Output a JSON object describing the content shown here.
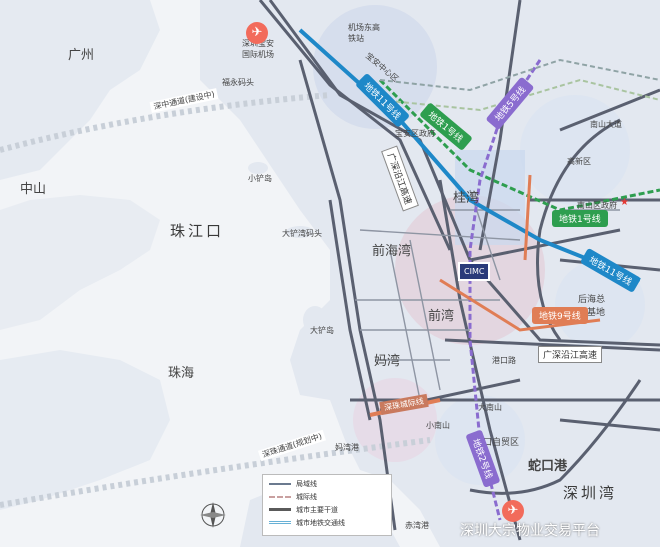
{
  "regions": {
    "guangzhou": "广州",
    "zhongshan": "中山",
    "pearl_mouth": "珠江口",
    "zhuhai": "珠海",
    "shenzhen_bay": "深圳湾",
    "qianhaiwan": "前海湾",
    "guiwan": "桂湾",
    "qianwan": "前湾",
    "mawan": "妈湾",
    "shekou_port": "蛇口港",
    "shekou_ftz": "蛇口自贸区",
    "hightech": "高新区",
    "houhai_hq": "后海总部基地",
    "nanshan_gov": "南山区政府",
    "xiaochan": "小铲岛",
    "dachan": "大铲岛",
    "dachan_wharf": "大铲湾码头",
    "fuyong_wharf": "福永码头",
    "mawan_port": "妈湾港",
    "chiwan": "赤湾港",
    "dananshan": "大南山",
    "xiaonanshan": "小南山",
    "baoan_gov": "宝安区政府",
    "baoan_center": "宝安中心区",
    "jichangdong": "机场东高铁站",
    "airport": "深圳宝安国际机场",
    "nanshan_ave": "南山大道"
  },
  "roads": {
    "shenzhong_channel": "深中通道(建设中)",
    "guangshen_coastal_1": "广深沿江高速",
    "guangshen_coastal_2": "广深沿江高速",
    "shenzhu_channel": "深珠通道(规划中)",
    "qianhai_cityroad": "深珠城际线",
    "gangkou_rd": "港口路"
  },
  "metro": {
    "line11_a": "地铁11号线",
    "line1_a": "地铁1号线",
    "line5": "地铁5号线",
    "line1_b": "地铁1号线",
    "line11_b": "地铁11号线",
    "line9": "地铁9号线",
    "line2": "地铁2号线"
  },
  "project": {
    "logo": "CIMC"
  },
  "legend": {
    "items": [
      {
        "label": "局域线",
        "color": "#6b7a8f"
      },
      {
        "label": "城际线",
        "color": "#c9a0a0"
      },
      {
        "label": "城市主要干道",
        "color": "#5a5a5a"
      },
      {
        "label": "城市地铁交通线",
        "color": "#68b1d6"
      }
    ]
  },
  "watermark": "深圳大宗物业交易平台",
  "colors": {
    "sea": "#f2f4f7",
    "land": "#e3e8f0",
    "line11": "#1e88c8",
    "line1": "#2e9e4f",
    "line5": "#8a6ccf",
    "line9": "#e07d55",
    "line2": "#e07d55",
    "road": "#5a6070"
  }
}
